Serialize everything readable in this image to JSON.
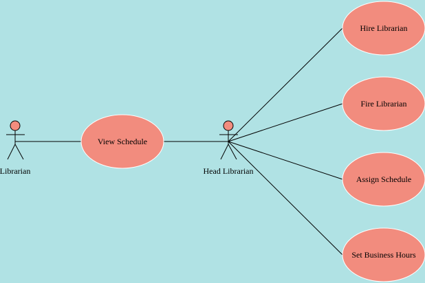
{
  "diagram": {
    "colors": {
      "background": "#b0e2e4",
      "use_case_fill": "#f28c7e",
      "use_case_stroke": "#ffffff",
      "actor_head_fill": "#f28c7e",
      "line": "#000000"
    },
    "actors": [
      {
        "id": "librarian",
        "label": "Librarian"
      },
      {
        "id": "head_librarian",
        "label": "Head Librarian"
      }
    ],
    "use_cases": [
      {
        "id": "view_schedule",
        "label": "View Schedule"
      },
      {
        "id": "hire_librarian",
        "label": "Hire Librarian"
      },
      {
        "id": "fire_librarian",
        "label": "Fire Librarian"
      },
      {
        "id": "assign_schedule",
        "label": "Assign Schedule"
      },
      {
        "id": "set_business_hours",
        "label": "Set Business Hours"
      }
    ],
    "associations": [
      {
        "from": "librarian",
        "to": "view_schedule"
      },
      {
        "from": "view_schedule",
        "to": "head_librarian"
      },
      {
        "from": "head_librarian",
        "to": "hire_librarian"
      },
      {
        "from": "head_librarian",
        "to": "fire_librarian"
      },
      {
        "from": "head_librarian",
        "to": "assign_schedule"
      },
      {
        "from": "head_librarian",
        "to": "set_business_hours"
      }
    ]
  }
}
